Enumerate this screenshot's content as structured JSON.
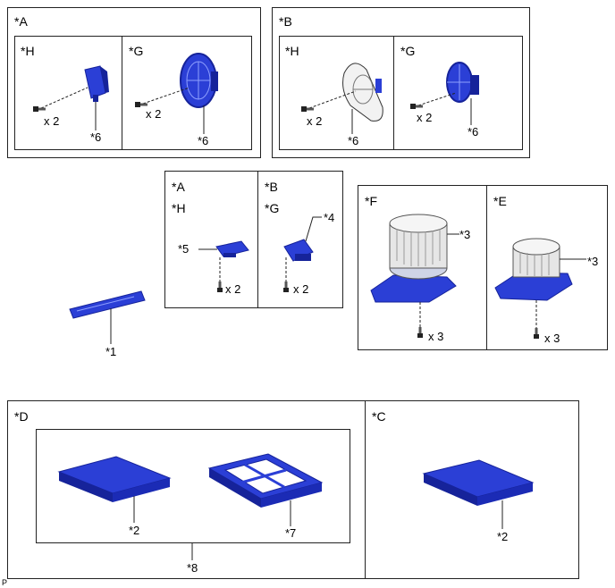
{
  "panels": {
    "A": {
      "label": "*A",
      "left": {
        "label": "*H",
        "qty": "x 2",
        "callout": "*6"
      },
      "right": {
        "label": "*G",
        "qty": "x 2",
        "callout": "*6"
      }
    },
    "B": {
      "label": "*B",
      "left": {
        "label": "*H",
        "qty": "x 2",
        "callout": "*6"
      },
      "right": {
        "label": "*G",
        "qty": "x 2",
        "callout": "*6"
      }
    },
    "AB_small": {
      "left_labels": [
        "*A",
        "*H"
      ],
      "right_labels": [
        "*B",
        "*G"
      ],
      "left_callout": "*5",
      "right_callout": "*4",
      "left_qty": "x 2",
      "right_qty": "x 2"
    },
    "FE": {
      "left_label": "*F",
      "right_label": "*E",
      "left_callout": "*3",
      "right_callout": "*3",
      "left_qty": "x 3",
      "right_qty": "x 3"
    },
    "D": {
      "label": "*D",
      "filter_callout": "*2",
      "frame_callout": "*7",
      "group_callout": "*8"
    },
    "C": {
      "label": "*C",
      "filter_callout": "*2"
    }
  },
  "loose_part_callout": "*1",
  "corner_mark": "P",
  "colors": {
    "part_blue": "#2b3fd6",
    "part_dark": "#16239a",
    "line": "#222222"
  }
}
